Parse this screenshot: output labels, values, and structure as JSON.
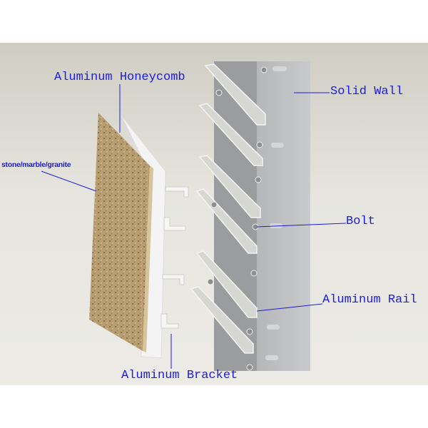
{
  "labels": {
    "honeycomb": "Aluminum Honeycomb",
    "solid_wall": "Solid Wall",
    "stone": "stone/marble/granite",
    "bolt": "Bolt",
    "rail": "Aluminum Rail",
    "bracket": "Aluminum Bracket"
  },
  "colors": {
    "label": "#1c1ce0",
    "stone": "#b49a6e",
    "wall": "#b9bcbe",
    "rail": "#d4d4d0"
  }
}
